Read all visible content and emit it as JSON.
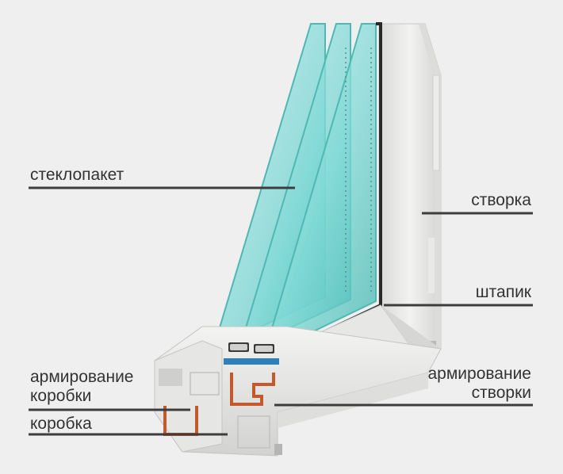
{
  "labels": {
    "glass_unit": "стеклопакет",
    "sash": "створка",
    "glazing_bead": "штапик",
    "frame_reinforcement_line1": "армирование",
    "frame_reinforcement_line2": "коробки",
    "frame": "коробка",
    "sash_reinforcement_line1": "армирование",
    "sash_reinforcement_line2": "створки"
  },
  "colors": {
    "background": "#efefef",
    "text": "#333333",
    "leader_line": "#3d3d3d",
    "pvc_profile": "#e4e4e2",
    "glass": "#7fd9d6",
    "glass_edge": "#4fb8b3",
    "steel_reinforcement": "#c45a2c",
    "spacer_blue": "#2f7fb8",
    "seal": "#2a2a2a"
  }
}
